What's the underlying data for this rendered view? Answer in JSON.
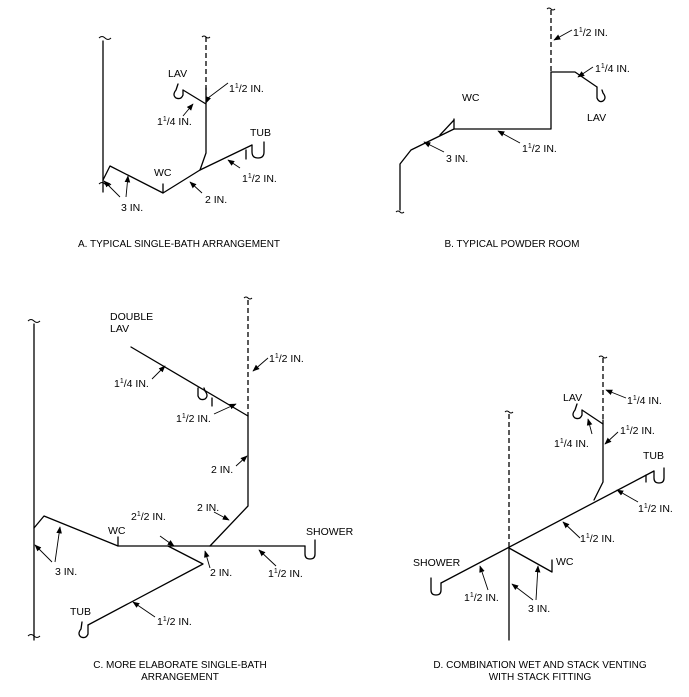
{
  "panels": {
    "a": {
      "caption": "A. TYPICAL SINGLE-BATH ARRANGEMENT",
      "labels": {
        "lav": "LAV",
        "wc": "WC",
        "tub": "TUB"
      },
      "sizes": {
        "vent": {
          "whole": "1",
          "num": "1",
          "den": "2",
          "unit": " IN."
        },
        "lav_drain": {
          "whole": "1",
          "num": "1",
          "den": "4",
          "unit": " IN."
        },
        "tub_drain": {
          "whole": "1",
          "num": "1",
          "den": "2",
          "unit": " IN."
        },
        "branch": "2 IN.",
        "wc_drain": "3 IN."
      }
    },
    "b": {
      "caption": "B. TYPICAL POWDER ROOM",
      "labels": {
        "wc": "WC",
        "lav": "LAV"
      },
      "sizes": {
        "vent": {
          "whole": "1",
          "num": "1",
          "den": "2",
          "unit": " IN."
        },
        "lav_drain": {
          "whole": "1",
          "num": "1",
          "den": "4",
          "unit": " IN."
        },
        "horizontal": {
          "whole": "1",
          "num": "1",
          "den": "2",
          "unit": " IN."
        },
        "wc_drain": "3 IN."
      }
    },
    "c": {
      "caption_line1": "C. MORE ELABORATE SINGLE-BATH",
      "caption_line2": "ARRANGEMENT",
      "labels": {
        "double_lav_1": "DOUBLE",
        "double_lav_2": "LAV",
        "wc": "WC",
        "shower": "SHOWER",
        "tub": "TUB"
      },
      "sizes": {
        "vent": {
          "whole": "1",
          "num": "1",
          "den": "2",
          "unit": " IN."
        },
        "lav_arm": {
          "whole": "1",
          "num": "1",
          "den": "4",
          "unit": " IN."
        },
        "lav_drain": {
          "whole": "1",
          "num": "1",
          "den": "2",
          "unit": " IN."
        },
        "stack_2in": "2 IN.",
        "branch_2in": "2 IN.",
        "main": {
          "whole": "2",
          "num": "1",
          "den": "2",
          "unit": " IN."
        },
        "junction_2in": "2 IN.",
        "shower_drain": {
          "whole": "1",
          "num": "1",
          "den": "2",
          "unit": " IN."
        },
        "tub_drain": {
          "whole": "1",
          "num": "1",
          "den": "2",
          "unit": " IN."
        },
        "wc_drain": "3 IN."
      }
    },
    "d": {
      "caption_line1": "D. COMBINATION WET AND STACK VENTING",
      "caption_line2": "WITH STACK FITTING",
      "labels": {
        "lav": "LAV",
        "tub": "TUB",
        "shower": "SHOWER",
        "wc": "WC"
      },
      "sizes": {
        "vent": {
          "whole": "1",
          "num": "1",
          "den": "4",
          "unit": " IN."
        },
        "lav_arm": {
          "whole": "1",
          "num": "1",
          "den": "4",
          "unit": " IN."
        },
        "stack": {
          "whole": "1",
          "num": "1",
          "den": "2",
          "unit": " IN."
        },
        "tub_drain": {
          "whole": "1",
          "num": "1",
          "den": "2",
          "unit": " IN."
        },
        "main": {
          "whole": "1",
          "num": "1",
          "den": "2",
          "unit": " IN."
        },
        "shower_drain": {
          "whole": "1",
          "num": "1",
          "den": "2",
          "unit": " IN."
        },
        "wc_drain": "3 IN."
      }
    }
  }
}
